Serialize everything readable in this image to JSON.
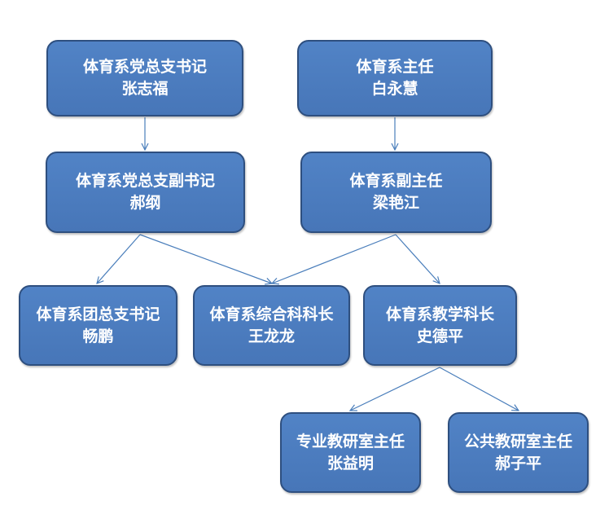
{
  "nodes": [
    {
      "id": "party-secretary",
      "title": "体育系党总支书记",
      "person": "张志福"
    },
    {
      "id": "dept-director",
      "title": "体育系主任",
      "person": "白永慧"
    },
    {
      "id": "deputy-party-secretary",
      "title": "体育系党总支副书记",
      "person": "郝纲"
    },
    {
      "id": "deputy-director",
      "title": "体育系副主任",
      "person": "梁艳江"
    },
    {
      "id": "youth-league-secretary",
      "title": "体育系团总支书记",
      "person": "畅鹏"
    },
    {
      "id": "general-section-chief",
      "title": "体育系综合科科长",
      "person": "王龙龙"
    },
    {
      "id": "teaching-section-chief",
      "title": "体育系教学科长",
      "person": "史德平"
    },
    {
      "id": "major-office-director",
      "title": "专业教研室主任",
      "person": "张益明"
    },
    {
      "id": "public-office-director",
      "title": "公共教研室主任",
      "person": "郝子平"
    }
  ],
  "links": [
    {
      "from": "party-secretary",
      "to": "deputy-party-secretary"
    },
    {
      "from": "dept-director",
      "to": "deputy-director"
    },
    {
      "from": "deputy-party-secretary",
      "to": "youth-league-secretary"
    },
    {
      "from": "deputy-party-secretary",
      "to": "general-section-chief"
    },
    {
      "from": "deputy-director",
      "to": "general-section-chief"
    },
    {
      "from": "deputy-director",
      "to": "teaching-section-chief"
    },
    {
      "from": "teaching-section-chief",
      "to": "major-office-director"
    },
    {
      "from": "teaching-section-chief",
      "to": "public-office-director"
    }
  ],
  "colors": {
    "box_fill": "#4f81bd",
    "box_border": "#2e4f7f",
    "connector": "#4a7ebb",
    "text": "#ffffff"
  }
}
